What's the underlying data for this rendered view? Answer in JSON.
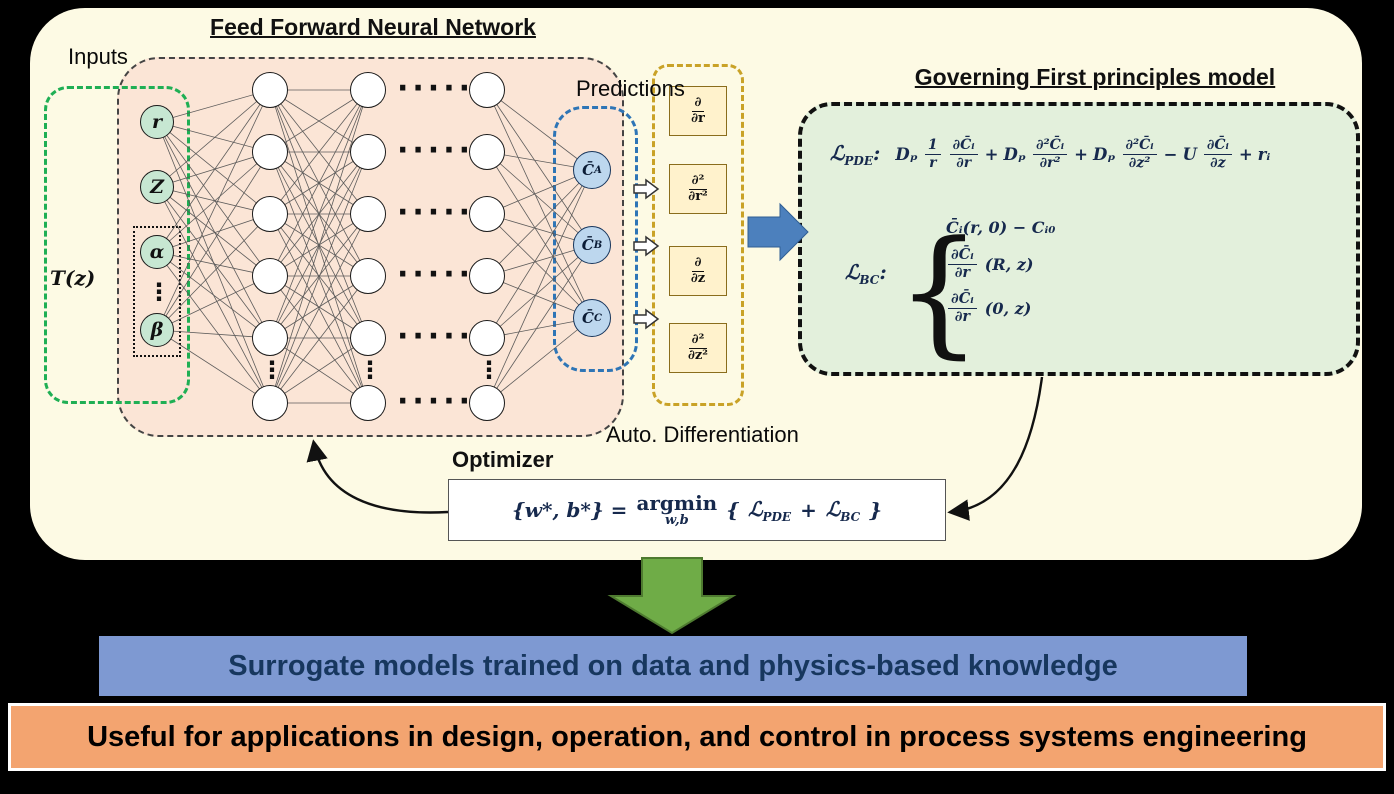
{
  "nn": {
    "title": "Feed Forward Neural Network",
    "inputs_label": "Inputs",
    "tz_label": "T(z)",
    "input_nodes": [
      "r",
      "Z",
      "α",
      "β"
    ],
    "predictions_label": "Predictions",
    "output_nodes": [
      {
        "main": "C̄",
        "sub": "A"
      },
      {
        "main": "C̄",
        "sub": "B"
      },
      {
        "main": "C̄",
        "sub": "C"
      }
    ],
    "auto_diff_label": "Auto. Differentiation"
  },
  "derivatives": {
    "boxes": [
      {
        "num": "∂",
        "den": "∂r"
      },
      {
        "num": "∂²",
        "den": "∂r²"
      },
      {
        "num": "∂",
        "den": "∂z"
      },
      {
        "num": "∂²",
        "den": "∂z²"
      }
    ]
  },
  "governing": {
    "title": "Governing First principles model",
    "pde": {
      "label_main": "ℒ",
      "label_sub": "PDE",
      "colon": ":",
      "t1": "Dₚ",
      "f1n": "1",
      "f1d": "r",
      "f2n": "∂C̄ᵢ",
      "f2d": "∂r",
      "op1": "+",
      "t2": "Dₚ",
      "f3n": "∂²C̄ᵢ",
      "f3d": "∂r²",
      "op2": "+",
      "t3": "Dₚ",
      "f4n": "∂²C̄ᵢ",
      "f4d": "∂z²",
      "op3": "−",
      "t4": "U",
      "f5n": "∂C̄ᵢ",
      "f5d": "∂z",
      "op4": "+",
      "t5": "rᵢ"
    },
    "bc": {
      "label_main": "ℒ",
      "label_sub": "BC",
      "colon": ":",
      "brace": "{",
      "line1": "C̄ᵢ(r, 0) − Cᵢ₀",
      "line2_num": "∂C̄ᵢ",
      "line2_den": "∂r",
      "line2_arg": "(R, z)",
      "line3_num": "∂C̄ᵢ",
      "line3_den": "∂r",
      "line3_arg": "(0, z)"
    }
  },
  "optimizer": {
    "label": "Optimizer",
    "lhs": "{w*, b*}  =",
    "argmin": "argmin",
    "argmin_sub": "w,b",
    "open_brace": "{",
    "l1_main": "ℒ",
    "l1_sub": "PDE",
    "plus": "+",
    "l2_main": "ℒ",
    "l2_sub": "BC",
    "close_brace": "}"
  },
  "banners": {
    "blue": "Surrogate models trained on data and physics-based knowledge",
    "orange": "Useful for applications in design, operation, and control in process systems engineering"
  },
  "glyphs": {
    "vdots": "⋮",
    "hdots": "·····"
  },
  "colors": {
    "panel_bg": "#FDFAE4",
    "nn_region_bg": "#FBE5D6",
    "input_node_fill": "#C7E7D2",
    "hidden_node_fill": "#FFFFFF",
    "output_node_fill": "#BDD7EE",
    "inputs_outline": "#1FAF54",
    "predictions_outline": "#2E75B6",
    "derivatives_outline": "#C9A227",
    "derivative_box_fill": "#FFF2CC",
    "governing_box_bg": "#E3F0DC",
    "down_arrow": "#6FAC47",
    "right_arrow": "#4C80BD",
    "blue_banner_bg": "#7E99D2",
    "blue_banner_text": "#17375E",
    "orange_banner_bg": "#F3A470"
  }
}
